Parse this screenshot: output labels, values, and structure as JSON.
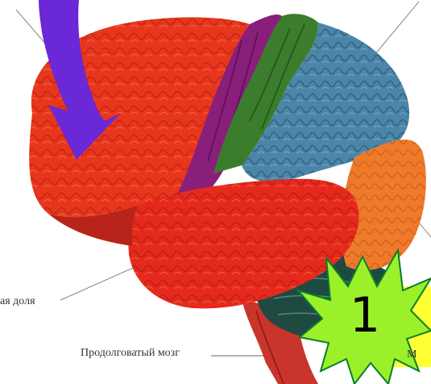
{
  "labels": {
    "temporal_lobe_partial": "ая доля",
    "medulla": "Продолговатый мозг",
    "right_partial": "М"
  },
  "badge": {
    "number": "1",
    "fill_color": "#9cf02a",
    "stroke_color": "#0a7e2a"
  },
  "arrow": {
    "color": "#6a28d6"
  },
  "yellow_note": {
    "color": "#ffff33"
  },
  "brain_regions": {
    "frontal_lobe": "#e8361d",
    "temporal_lobe": "#e52a1d",
    "motor_cortex": "#8a1e7b",
    "sensory_cortex": "#3b7d2c",
    "parietal_lobe": "#4b86a8",
    "occipital_lobe": "#ef7a2a",
    "cerebellum": "#1f4a42",
    "brainstem": "#c9342b"
  }
}
